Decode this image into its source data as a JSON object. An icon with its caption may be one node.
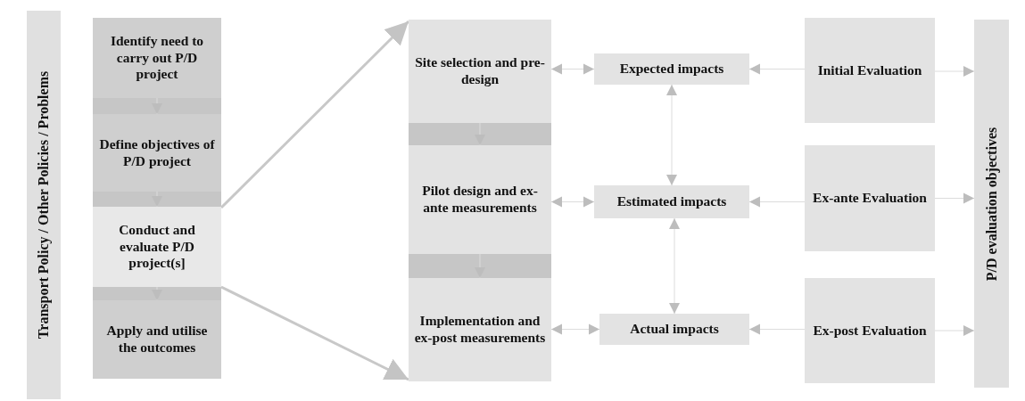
{
  "diagram": {
    "nodes": [
      {
        "text": [
          "Transport Policy / Other Policies / Problems"
        ]
      },
      {
        "text": [
          "Identify need to carry out P/D project"
        ]
      },
      {
        "text": [
          "Define objectives of P/D project"
        ]
      },
      {
        "text": [
          "Conduct and evaluate P/D project(s]"
        ]
      },
      {
        "text": [
          "Apply and utilise the outcomes"
        ]
      },
      {
        "text": [
          "Site selection and pre-design"
        ]
      },
      {
        "text": [
          "Pilot design and ex-ante measurements"
        ]
      },
      {
        "text": [
          "Implementation and ex-post measurements"
        ]
      },
      {
        "text": [
          "Expected impacts"
        ]
      },
      {
        "text": [
          "Estimated impacts"
        ]
      },
      {
        "text": [
          "Actual impacts"
        ]
      },
      {
        "text": [
          "Initial Evaluation"
        ]
      },
      {
        "text": [
          "Ex-ante Evaluation"
        ]
      },
      {
        "text": [
          "Ex-post Evaluation"
        ]
      },
      {
        "text": [
          "P/D evaluation objectives"
        ]
      }
    ],
    "edges": [
      {
        "from": 1,
        "to": 2,
        "arrow": "to"
      },
      {
        "from": 2,
        "to": 3,
        "arrow": "to"
      },
      {
        "from": 3,
        "to": 4,
        "arrow": "to"
      },
      {
        "from": 3,
        "to": 5,
        "arrow": "to",
        "style": "thick"
      },
      {
        "from": 3,
        "to": 7,
        "arrow": "to",
        "style": "thick"
      },
      {
        "from": 5,
        "to": 6,
        "arrow": "to"
      },
      {
        "from": 6,
        "to": 7,
        "arrow": "to"
      },
      {
        "from": 5,
        "to": 8,
        "arrow": "both"
      },
      {
        "from": 6,
        "to": 9,
        "arrow": "both"
      },
      {
        "from": 7,
        "to": 10,
        "arrow": "both"
      },
      {
        "from": 8,
        "to": 9,
        "arrow": "both"
      },
      {
        "from": 9,
        "to": 10,
        "arrow": "both"
      },
      {
        "from": 11,
        "to": 8,
        "arrow": "to"
      },
      {
        "from": 12,
        "to": 9,
        "arrow": "to"
      },
      {
        "from": 13,
        "to": 10,
        "arrow": "to"
      },
      {
        "from": 11,
        "to": 14,
        "arrow": "to"
      },
      {
        "from": 12,
        "to": 14,
        "arrow": "to"
      },
      {
        "from": 13,
        "to": 14,
        "arrow": "to"
      }
    ]
  }
}
